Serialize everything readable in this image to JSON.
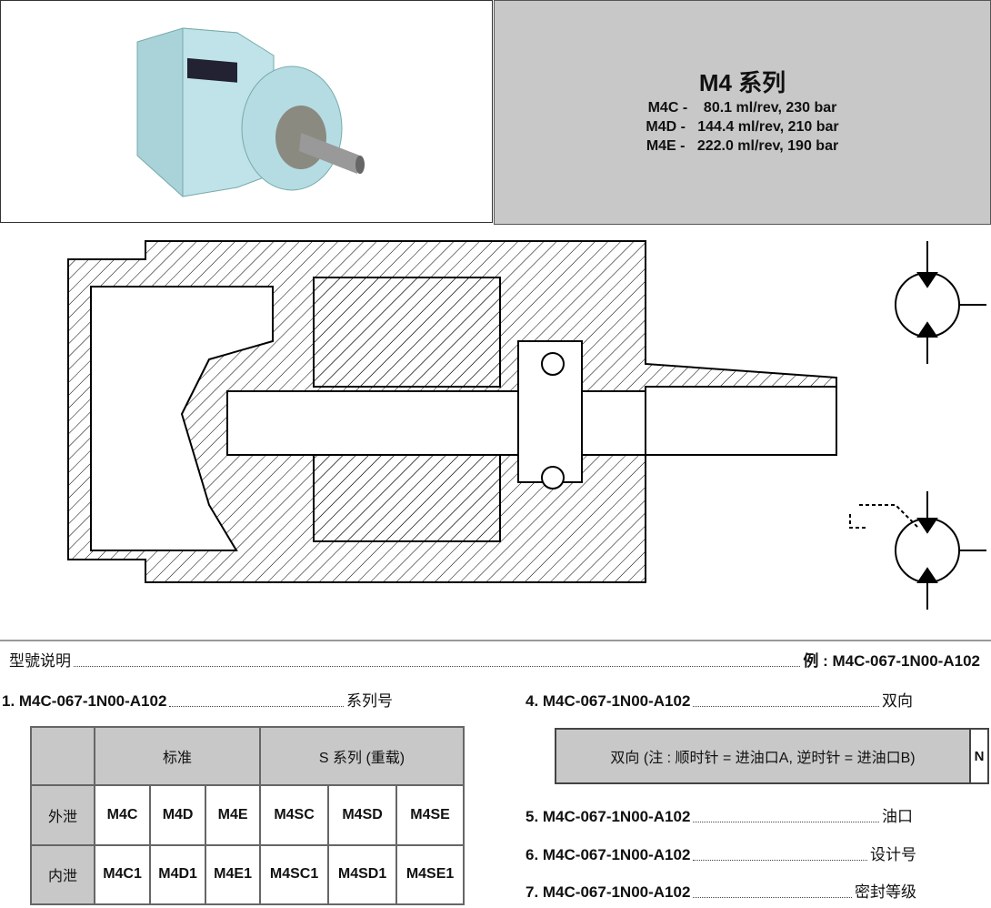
{
  "header": {
    "title": "M4 系列",
    "specs": [
      "M4C -    80.1 ml/rev, 230 bar",
      "M4D -   144.4 ml/rev, 210 bar",
      "M4E -   222.0 ml/rev, 190 bar"
    ]
  },
  "model": {
    "heading": "型號说明",
    "example": "例 : M4C-067-1N00-A102",
    "items": [
      {
        "code": "1. M4C-067-1N00-A102",
        "desc": "系列号"
      },
      {
        "code": "4. M4C-067-1N00-A102",
        "desc": "双向"
      },
      {
        "code": "5. M4C-067-1N00-A102",
        "desc": "油口"
      },
      {
        "code": "6. M4C-067-1N00-A102",
        "desc": "设计号"
      },
      {
        "code": "7. M4C-067-1N00-A102",
        "desc": "密封等级"
      }
    ]
  },
  "table": {
    "headers": [
      "标准",
      "S 系列 (重载)"
    ],
    "rows": [
      {
        "label": "外泄",
        "cells": [
          "M4C",
          "M4D",
          "M4E",
          "M4SC",
          "M4SD",
          "M4SE"
        ]
      },
      {
        "label": "内泄",
        "cells": [
          "M4C1",
          "M4D1",
          "M4E1",
          "M4SC1",
          "M4SD1",
          "M4SE1"
        ]
      }
    ]
  },
  "direction": {
    "text": "双向 (注 : 顺时针 = 进油口A, 逆时针 = 进油口B)",
    "code": "N"
  }
}
